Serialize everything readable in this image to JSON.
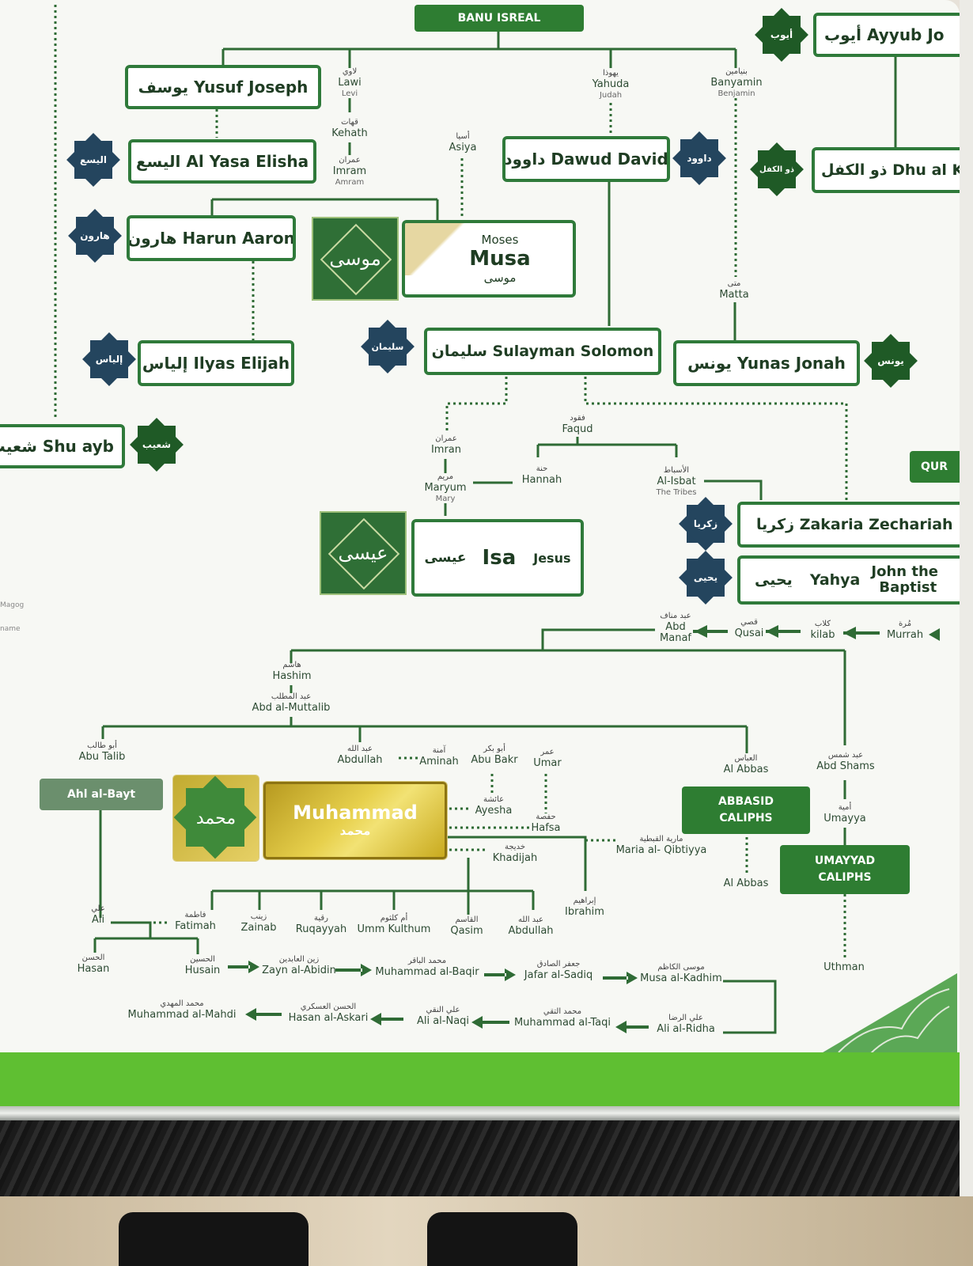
{
  "title": "BANU ISREAL",
  "qur_tab": "QUR",
  "colors": {
    "green_dark": "#2e7d32",
    "green_box_border": "#2f7a3a",
    "navy_star": "#24455e",
    "gold": "#e7d04c",
    "bar_green": "#5fbf32"
  },
  "boxes": {
    "yusuf": "يوسف Yusuf Joseph",
    "ayyub": "أيوب Ayyub Jo",
    "alyasa": "اليسع Al Yasa Elisha",
    "dawud": "داوود Dawud David",
    "dhulkifl": "ذو الكفل Dhu al Ki",
    "harun": "هارون Harun Aaron",
    "ilyas": "إلياس Ilyas Elijah",
    "sulayman": "سليمان Sulayman Solomon",
    "yunas": "يونس Yunas Jonah",
    "shuayb": "شعيب Shu ayb",
    "zakaria": "زكريا Zakaria Zechariah",
    "yahya_ar": "يحيى",
    "yahya": "Yahya",
    "yahya_en1": "John the",
    "yahya_en2": "Baptist",
    "isa_ar": "عيسى",
    "isa": "Isa",
    "isa_en": "Jesus"
  },
  "musa_box": {
    "en": "Moses",
    "name": "Musa",
    "ar": "موسى"
  },
  "stars": {
    "ayyub": "أيوب",
    "alyasa": "اليسع",
    "dawud": "داوود",
    "dhulkifl": "ذو الكفل",
    "harun": "هارون",
    "sulayman": "سليمان",
    "ilyas": "إلياس",
    "yunas": "يونس",
    "shuayb": "شعيب",
    "zakaria": "زكريا",
    "yahya": "يحيى",
    "musa_big": "موسى",
    "isa_big": "عيسى",
    "muhammad_big": "محمد"
  },
  "labels": {
    "lawi": {
      "ar": "لاوي",
      "en": "Lawi",
      "sub": "Levi"
    },
    "yahuda": {
      "ar": "يهوذا",
      "en": "Yahuda",
      "sub": "Judah"
    },
    "banyamin": {
      "ar": "بنيامين",
      "en": "Banyamin",
      "sub": "Benjamin"
    },
    "kehath": {
      "ar": "قهات",
      "en": "Kehath"
    },
    "imram": {
      "ar": "عمران",
      "en": "Imram",
      "sub": "Amram"
    },
    "asiya": {
      "ar": "أسيا",
      "en": "Asiya"
    },
    "matta": {
      "ar": "متى",
      "en": "Matta"
    },
    "faqud": {
      "ar": "فقود",
      "en": "Faqud"
    },
    "imran": {
      "ar": "عمران",
      "en": "Imran"
    },
    "hannah": {
      "ar": "حنة",
      "en": "Hannah"
    },
    "isbat": {
      "ar": "الأسباط",
      "en": "Al-Isbat",
      "sub": "The Tribes"
    },
    "maryum": {
      "ar": "مريم",
      "en": "Maryum",
      "sub": "Mary"
    },
    "abdmanaf": {
      "ar": "عبد مناف",
      "en": "Abd",
      "en2": "Manaf"
    },
    "qusai": {
      "ar": "قصي",
      "en": "Qusai"
    },
    "kilab": {
      "ar": "كلاب",
      "en": "kilab"
    },
    "murrah": {
      "ar": "مُرة",
      "en": "Murrah"
    },
    "hashim": {
      "ar": "هاشم",
      "en": "Hashim"
    },
    "muttalib": {
      "ar": "عبد المطلب",
      "en": "Abd al-Muttalib"
    },
    "abutalib": {
      "ar": "أبو طالب",
      "en": "Abu Talib"
    },
    "abdullah": {
      "ar": "عبد الله",
      "en": "Abdullah"
    },
    "aminah": {
      "ar": "آمنة",
      "en": "Aminah"
    },
    "abubakr": {
      "ar": "أبو بكر",
      "en": "Abu Bakr"
    },
    "umar": {
      "ar": "عمر",
      "en": "Umar"
    },
    "alabbas": {
      "ar": "العباس",
      "en": "Al Abbas"
    },
    "abdshams": {
      "ar": "عبد شمس",
      "en": "Abd Shams"
    },
    "ayesha": {
      "ar": "عائشة",
      "en": "Ayesha"
    },
    "hafsa": {
      "ar": "حفصة",
      "en": "Hafsa"
    },
    "khadijah": {
      "ar": "خديجة",
      "en": "Khadijah"
    },
    "maria": {
      "ar": "مارية القبطية",
      "en": "Maria al- Qibtiyya"
    },
    "umayya": {
      "ar": "أمية",
      "en": "Umayya"
    },
    "alabbas2": {
      "en": "Al Abbas"
    },
    "ibrahim": {
      "ar": "إبراهيم",
      "en": "Ibrahim"
    },
    "ali": {
      "ar": "علي",
      "en": "Ali"
    },
    "fatimah": {
      "ar": "فاطمة",
      "en": "Fatimah"
    },
    "zainab": {
      "ar": "زينب",
      "en": "Zainab"
    },
    "ruqayyah": {
      "ar": "رقية",
      "en": "Ruqayyah"
    },
    "ummkulthum": {
      "ar": "أم كلثوم",
      "en": "Umm Kulthum"
    },
    "qasim": {
      "ar": "القاسم",
      "en": "Qasim"
    },
    "abdullah2": {
      "ar": "عبد الله",
      "en": "Abdullah"
    },
    "hasan": {
      "ar": "الحسن",
      "en": "Hasan"
    },
    "husain": {
      "ar": "الحسين",
      "en": "Husain"
    },
    "zayn": {
      "ar": "زين العابدين",
      "en": "Zayn al-Abidin"
    },
    "baqir": {
      "ar": "محمد الباقر",
      "en": "Muhammad al-Baqir"
    },
    "sadiq": {
      "ar": "جعفر الصادق",
      "en": "Jafar al-Sadiq"
    },
    "kadhim": {
      "ar": "موسى الكاظم",
      "en": "Musa al-Kadhim"
    },
    "uthman": {
      "en": "Uthman"
    },
    "mahdi": {
      "ar": "محمد المهدي",
      "en": "Muhammad al-Mahdi"
    },
    "askari": {
      "ar": "الحسن العسكري",
      "en": "Hasan al-Askari"
    },
    "naqi": {
      "ar": "علي النقي",
      "en": "Ali al-Naqi"
    },
    "taqi": {
      "ar": "محمد التقي",
      "en": "Muhammad al-Taqi"
    },
    "ridha": {
      "ar": "علي الرضا",
      "en": "Ali al-Ridha"
    }
  },
  "pills": {
    "ahlalbayt": "Ahl al-Bayt",
    "abbasid": "ABBASID CALIPHS",
    "umayyad": "UMAYYAD CALIPHS"
  },
  "muhammad": {
    "en": "Muhammad",
    "ar": "محمد"
  },
  "margin_text": {
    "magog": "Magog",
    "name": "name"
  }
}
